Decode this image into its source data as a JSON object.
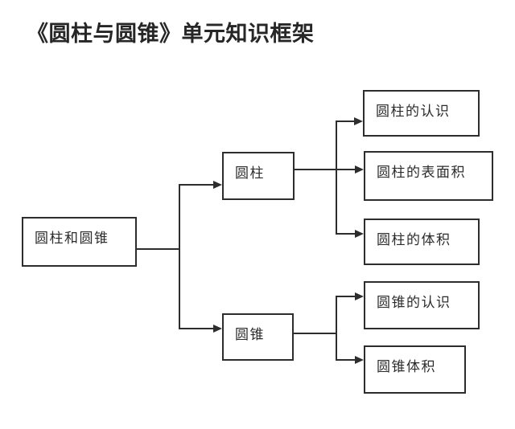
{
  "page": {
    "title": "《圆柱与圆锥》单元知识框架"
  },
  "colors": {
    "line": "#2d2d2d",
    "box_border": "#2d2d2d",
    "text": "#2b2b2b",
    "background": "#ffffff"
  },
  "diagram": {
    "root": {
      "label": "圆柱和圆锥"
    },
    "branches": [
      {
        "label": "圆柱",
        "children": [
          {
            "label": "圆柱的认识"
          },
          {
            "label": "圆柱的表面积"
          },
          {
            "label": "圆柱的体积"
          }
        ]
      },
      {
        "label": "圆锥",
        "children": [
          {
            "label": "圆锥的认识"
          },
          {
            "label": "圆锥体积"
          }
        ]
      }
    ]
  }
}
